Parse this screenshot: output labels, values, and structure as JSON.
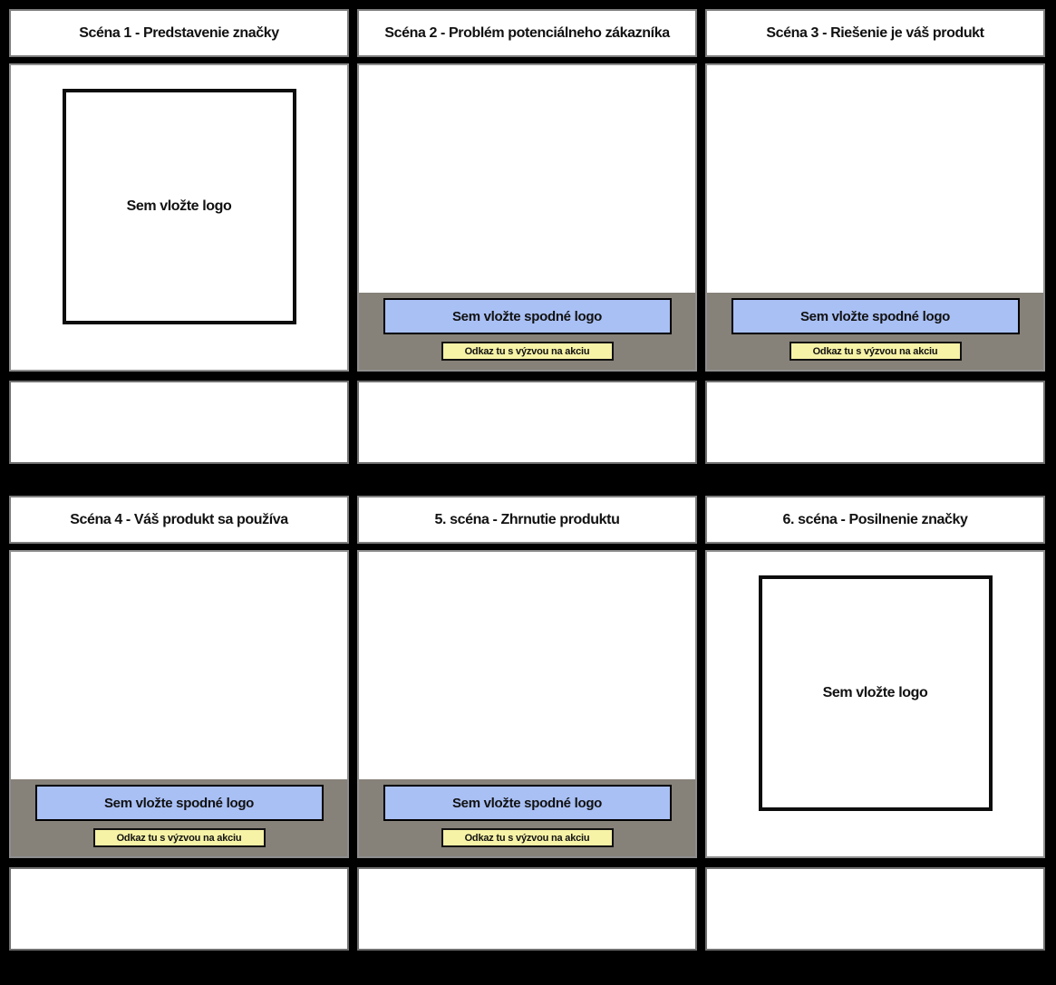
{
  "board": {
    "colors": {
      "background": "#000000",
      "cell_bg": "#ffffff",
      "banner_bg": "#868179",
      "bottom_logo_bg": "#a9c0f5",
      "cta_bg": "#f6f2a6",
      "text": "#111111",
      "title_border": "#7e7e7e",
      "panel_border": "#8e8e8e",
      "desc_border": "#707070"
    },
    "scenes": [
      {
        "title": "Scéna 1 - Predstavenie značky",
        "type": "logo",
        "logo_label": "Sem vložte logo"
      },
      {
        "title": "Scéna 2 - Problém potenciálneho zákazníka",
        "type": "banner",
        "banner_logo_label": "Sem vložte spodné logo",
        "cta_label": "Odkaz tu s výzvou na akciu"
      },
      {
        "title": "Scéna 3 - Riešenie je váš produkt",
        "type": "banner",
        "banner_logo_label": "Sem vložte spodné logo",
        "cta_label": "Odkaz tu s výzvou na akciu"
      },
      {
        "title": "Scéna 4 - Váš produkt sa používa",
        "type": "banner",
        "banner_logo_label": "Sem vložte spodné logo",
        "cta_label": "Odkaz tu s výzvou na akciu"
      },
      {
        "title": "5. scéna - Zhrnutie produktu",
        "type": "banner",
        "banner_logo_label": "Sem vložte spodné logo",
        "cta_label": "Odkaz tu s výzvou na akciu"
      },
      {
        "title": "6. scéna - Posilnenie značky",
        "type": "logo",
        "logo_label": "Sem vložte logo"
      }
    ]
  }
}
